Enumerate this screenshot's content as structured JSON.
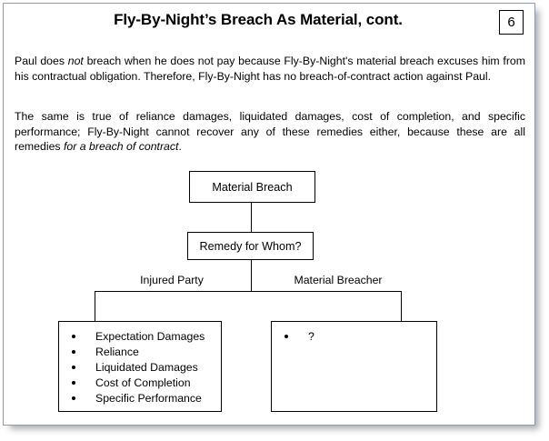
{
  "slide": {
    "title": "Fly-By-Night’s Breach As Material, cont.",
    "number": "6",
    "paragraphs": {
      "p1_a": "Paul does ",
      "p1_b": "not",
      "p1_c": " breach when he does not pay because Fly-By-Night's material breach excuses him from his contractual obligation.  Therefore, Fly-By-Night has no breach-of-contract action against Paul.",
      "p2_a": "The same is true of reliance damages, liquidated damages, cost of completion, and specific performance; Fly-By-Night cannot recover any of these remedies either, because these are all remedies ",
      "p2_b": "for a breach of contract",
      "p2_c": "."
    }
  },
  "flowchart": {
    "root_node": "Material Breach",
    "decision_node": "Remedy for Whom?",
    "branches": {
      "left_label": "Injured Party",
      "right_label": "Material Breacher"
    },
    "injured_party_remedies": [
      "Expectation Damages",
      "Reliance",
      "Liquidated Damages",
      "Cost of Completion",
      "Specific Performance"
    ],
    "material_breacher_remedies": [
      "?"
    ]
  },
  "colors": {
    "frame_border": "#8a9bb0",
    "ink": "#000000",
    "background": "#ffffff"
  }
}
